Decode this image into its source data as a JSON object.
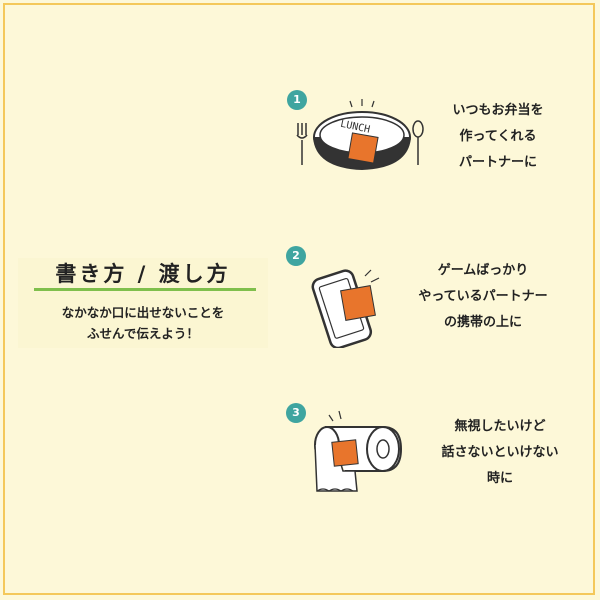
{
  "title": "書き方 / 渡し方",
  "subtitle_lines": [
    "なかなか口に出せないことを",
    "ふせんで伝えよう！"
  ],
  "colors": {
    "background": "#fdf8d8",
    "frame": "#f4c85a",
    "accent_line": "#7fbf4c",
    "badge": "#3fa5a0",
    "sticky": "#e8752c"
  },
  "steps": [
    {
      "number": "1",
      "icon": "lunch-bowl-icon",
      "bowl_text": "LUNCH",
      "lines": [
        "いつもお弁当を",
        "作ってくれる",
        "パートナーに"
      ]
    },
    {
      "number": "2",
      "icon": "smartphone-icon",
      "lines": [
        "ゲームばっかり",
        "やっているパートナー",
        "の携帯の上に"
      ]
    },
    {
      "number": "3",
      "icon": "toilet-paper-icon",
      "lines": [
        "無視したいけど",
        "話さないといけない",
        "時に"
      ]
    }
  ]
}
